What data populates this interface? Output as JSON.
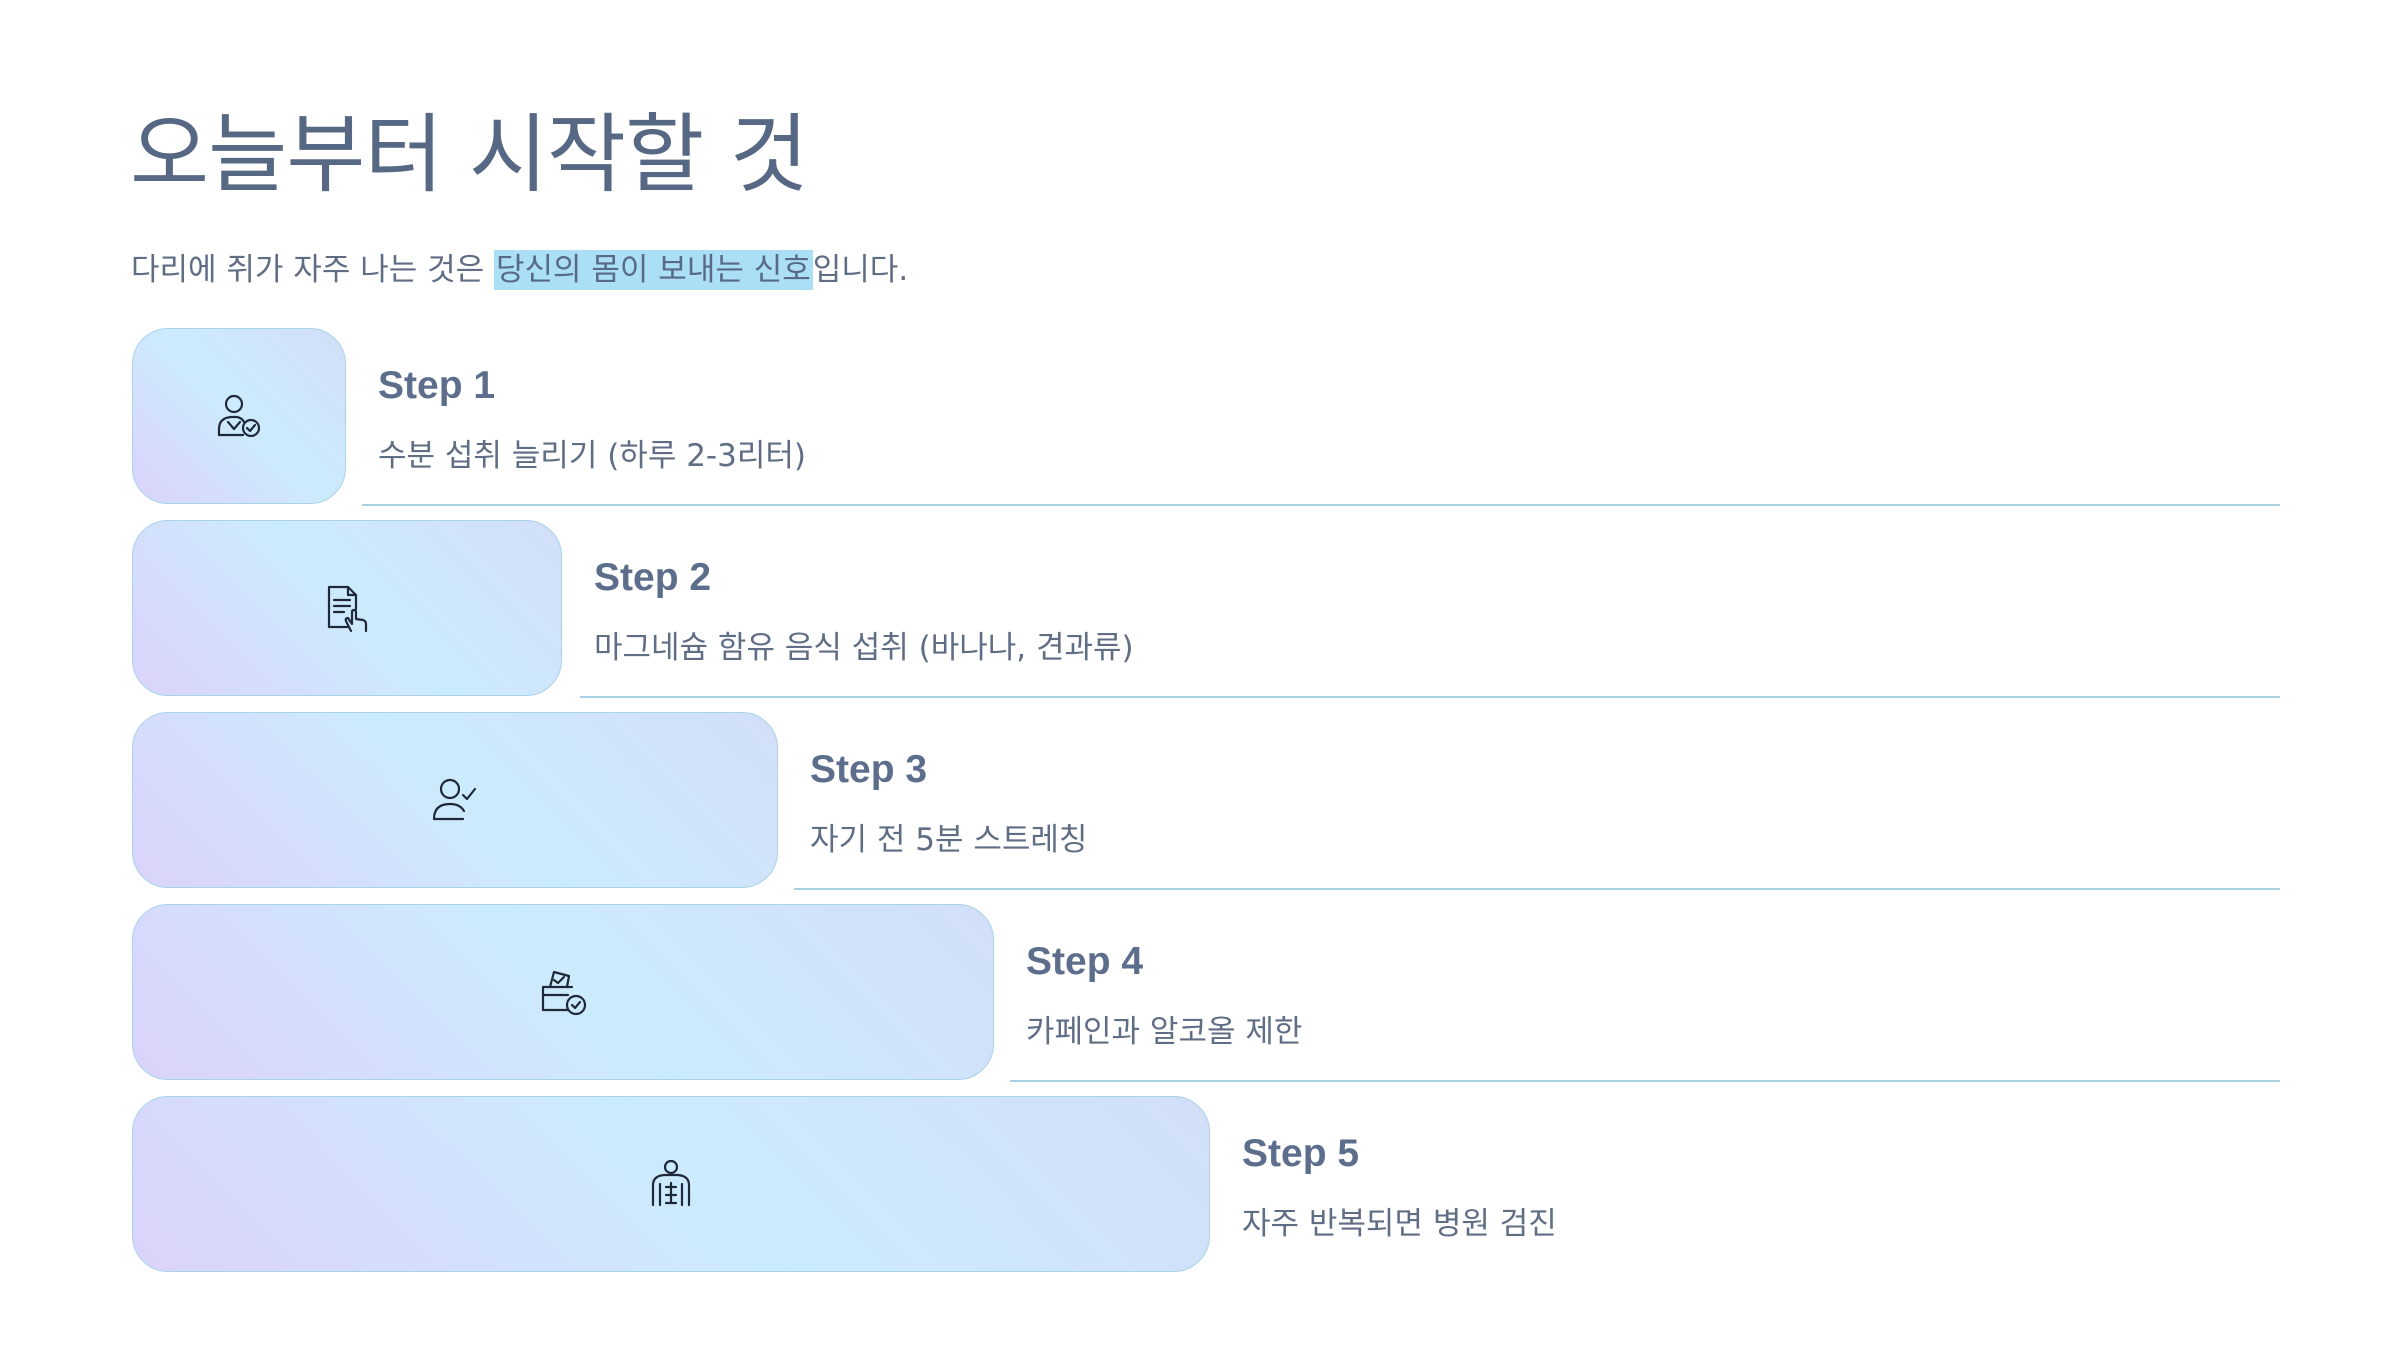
{
  "slide": {
    "title": "오늘부터 시작할 것",
    "subtitle_before": "다리에 쥐가 자주 나는 것은 ",
    "subtitle_highlight": "당신의 몸이 보내는 신호",
    "subtitle_after": "입니다.",
    "highlight_color": "#aadff5"
  },
  "steps": [
    {
      "title": "Step 1",
      "description": "수분 섭취 늘리기 (하루 2-3리터)",
      "icon": "person-check-icon"
    },
    {
      "title": "Step 2",
      "description": "마그네슘 함유 음식 섭취 (바나나, 견과류)",
      "icon": "document-hand-icon"
    },
    {
      "title": "Step 3",
      "description": "자기 전 5분 스트레칭",
      "icon": "user-check-icon"
    },
    {
      "title": "Step 4",
      "description": "카페인과 알코올 제한",
      "icon": "ballot-box-check-icon"
    },
    {
      "title": "Step 5",
      "description": "자주 반복되면 병원 검진",
      "icon": "body-torso-icon"
    }
  ]
}
